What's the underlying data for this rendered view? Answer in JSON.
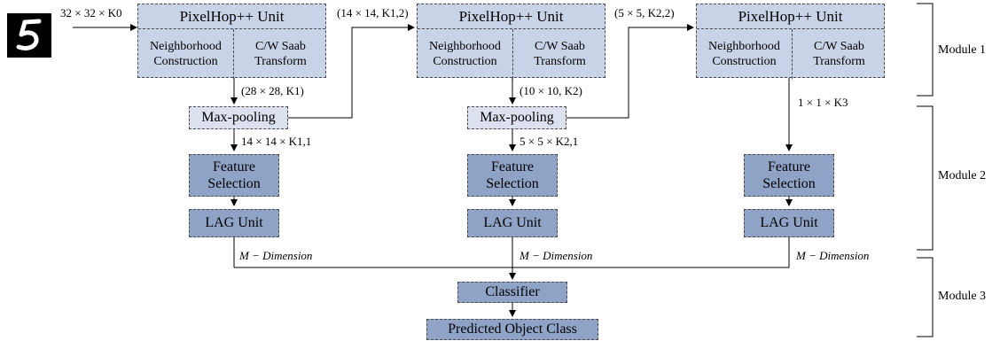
{
  "input_image": {
    "glyph": "5"
  },
  "inputs": {
    "top": "32 × 32 × K0"
  },
  "hops": [
    {
      "unit_title": "PixelHop++ Unit",
      "left_sub": "Neighborhood\nConstruction",
      "right_sub": "C/W Saab\nTransform",
      "after_unit": "(28 × 28, K1)",
      "pool": "Max-pooling",
      "after_pool": "14 × 14 × K1,1",
      "to_next": "(14 × 14, K1,2)",
      "feature": "Feature\nSelection",
      "lag": "LAG Unit",
      "dim": "M − Dimension"
    },
    {
      "unit_title": "PixelHop++ Unit",
      "left_sub": "Neighborhood\nConstruction",
      "right_sub": "C/W Saab\nTransform",
      "after_unit": "(10 × 10, K2)",
      "pool": "Max-pooling",
      "after_pool": "5 × 5 × K2,1",
      "to_next": "(5 × 5, K2,2)",
      "feature": "Feature\nSelection",
      "lag": "LAG Unit",
      "dim": "M − Dimension"
    },
    {
      "unit_title": "PixelHop++ Unit",
      "left_sub": "Neighborhood\nConstruction",
      "right_sub": "C/W Saab\nTransform",
      "after_unit": "1 × 1 × K3",
      "feature": "Feature\nSelection",
      "lag": "LAG Unit",
      "dim": "M − Dimension"
    }
  ],
  "classifier": "Classifier",
  "output": "Predicted Object Class",
  "modules": [
    "Module 1",
    "Module 2",
    "Module 3"
  ]
}
